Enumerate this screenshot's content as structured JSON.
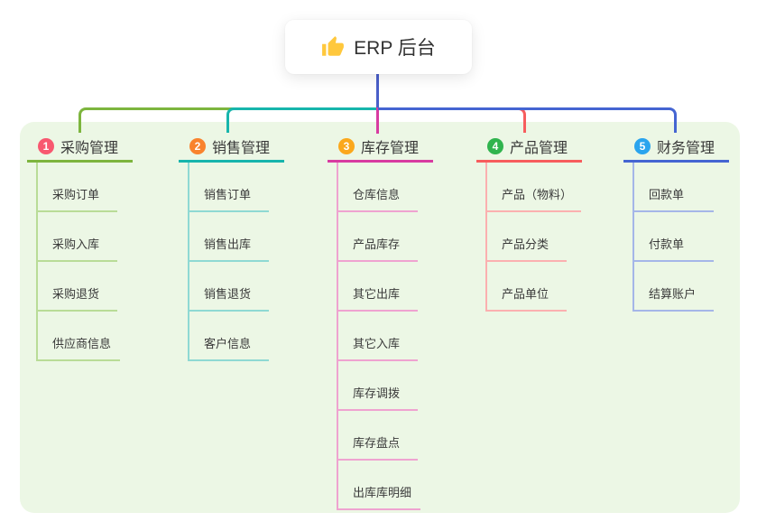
{
  "root": {
    "label": "ERP 后台",
    "icon": "thumbs-up-icon",
    "icon_color": "#ffc83d"
  },
  "colors": {
    "root_connector": "#4a5fc9",
    "panel_background": "#ecf7e5",
    "text": "#3a3a3a"
  },
  "branches": [
    {
      "badge": "1",
      "label": "采购管理",
      "badge_color": "#f85870",
      "line_color": "#7db53e",
      "child_line_color": "#b9dc97",
      "children": [
        "采购订单",
        "采购入库",
        "采购退货",
        "供应商信息"
      ]
    },
    {
      "badge": "2",
      "label": "销售管理",
      "badge_color": "#f9832d",
      "line_color": "#17b5ac",
      "child_line_color": "#8fd9d3",
      "children": [
        "销售订单",
        "销售出库",
        "销售退货",
        "客户信息"
      ]
    },
    {
      "badge": "3",
      "label": "库存管理",
      "badge_color": "#fba81c",
      "line_color": "#d83ba1",
      "child_line_color": "#efa3d0",
      "children": [
        "仓库信息",
        "产品库存",
        "其它出库",
        "其它入库",
        "库存调拨",
        "库存盘点",
        "出库库明细"
      ]
    },
    {
      "badge": "4",
      "label": "产品管理",
      "badge_color": "#30b44e",
      "line_color": "#f75d5d",
      "child_line_color": "#fbb0b0",
      "children": [
        "产品（物料）",
        "产品分类",
        "产品单位"
      ]
    },
    {
      "badge": "5",
      "label": "财务管理",
      "badge_color": "#2aa4ee",
      "line_color": "#4565d2",
      "child_line_color": "#a5b6e8",
      "children": [
        "回款单",
        "付款单",
        "结算账户"
      ]
    }
  ]
}
